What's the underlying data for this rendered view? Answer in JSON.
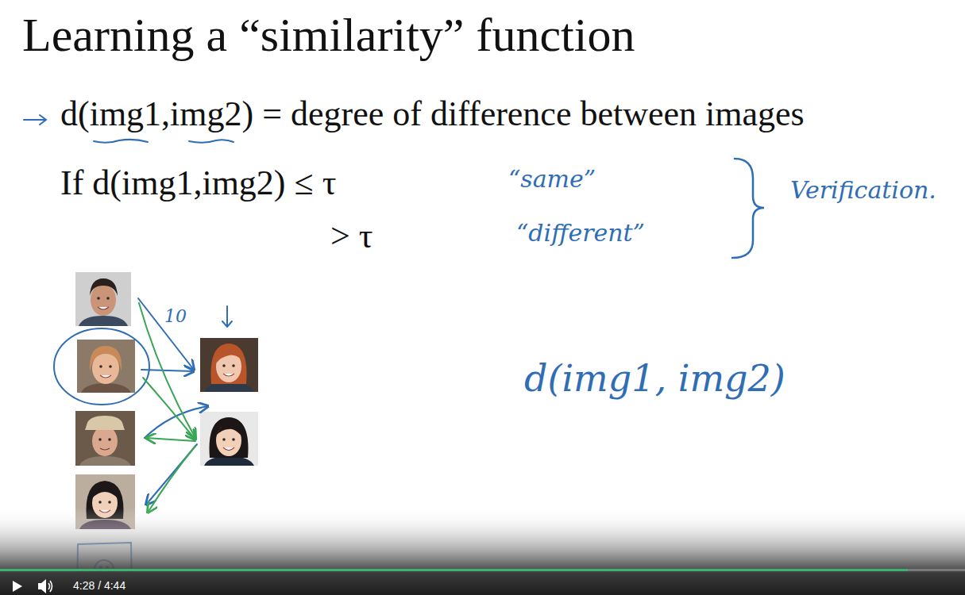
{
  "diagram": {
    "title": "Learning a “similarity” function",
    "labels": [
      "d(img1,img2) = degree of difference between images",
      "If d(img1,img2) ≤ τ",
      "> τ",
      "“same”",
      "“different”",
      "Verification.",
      "10",
      "d(img1, img2)",
      "4:28 / 4:44"
    ]
  }
}
